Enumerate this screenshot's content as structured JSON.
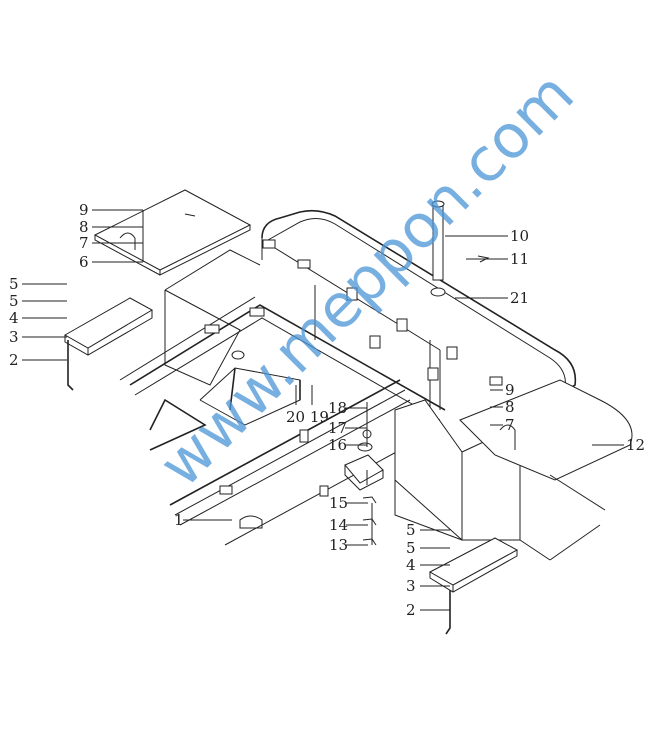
{
  "diagram": {
    "callouts_left_cover": [
      "9",
      "8",
      "7",
      "6"
    ],
    "callouts_left_step": [
      "5",
      "5",
      "4",
      "3",
      "2"
    ],
    "callouts_top_right": [
      "10",
      "11",
      "21"
    ],
    "callouts_right_cover": [
      "9",
      "8",
      "7"
    ],
    "callout_12": "12",
    "callouts_center": [
      "18",
      "17",
      "16"
    ],
    "callout_20_19": "20 19",
    "callout_1": "1",
    "callouts_bolts": [
      "15",
      "14",
      "13"
    ],
    "callouts_right_step": [
      "5",
      "5",
      "4",
      "3",
      "2"
    ]
  },
  "watermark": "www.meppon.com",
  "colors": {
    "line": "#222222",
    "watermark": "#4a95d6"
  }
}
